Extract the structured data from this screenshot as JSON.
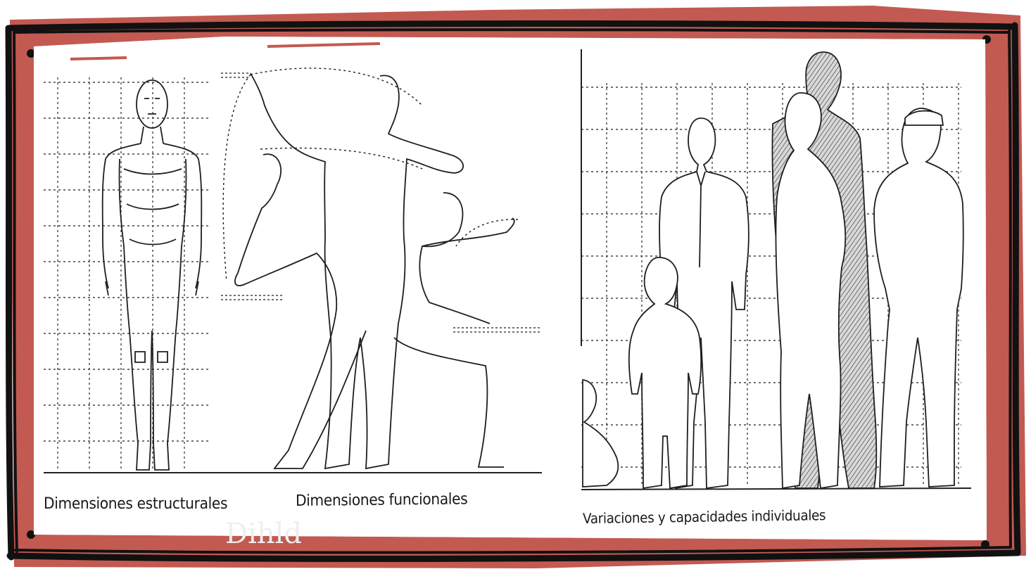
{
  "captions": {
    "structural": "Dimensiones estructurales",
    "functional": "Dimensiones funcionales",
    "individual": "Variaciones y capacidades individuales"
  },
  "colors": {
    "frame_red": "#c25a52",
    "frame_black": "#111111",
    "ink": "#1e1e1e",
    "grid": "#444444",
    "shadow_figure": "#8a8a8a"
  }
}
